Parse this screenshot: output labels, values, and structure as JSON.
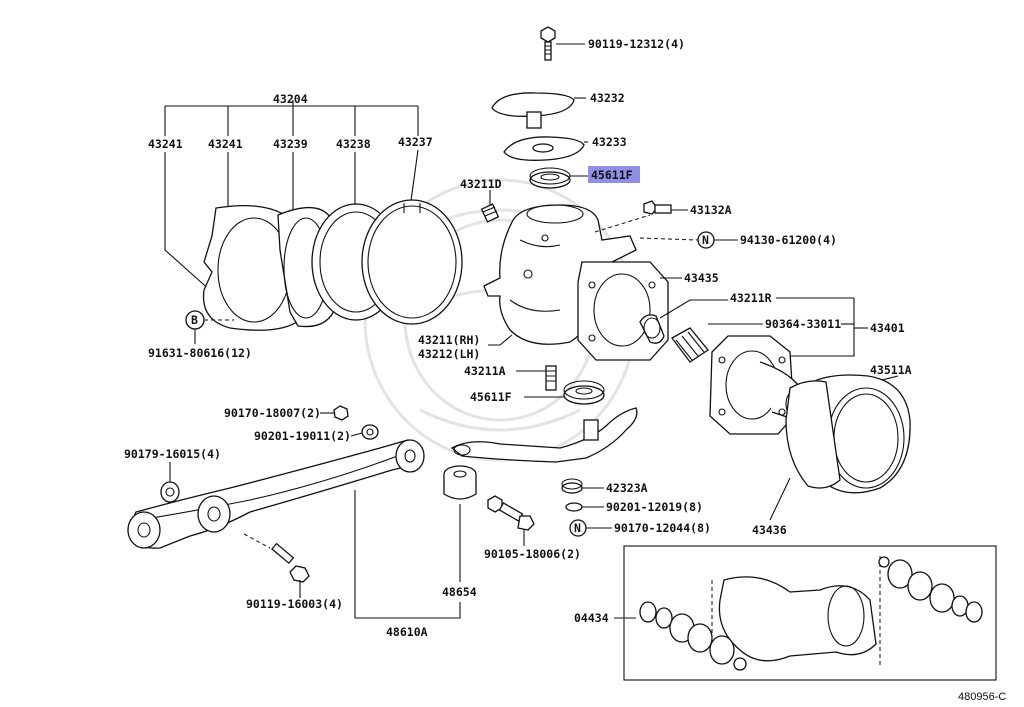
{
  "diagram": {
    "highlight_color": "#8f8fe6",
    "labels": {
      "b_90119_12312": "90119-12312(4)",
      "p_43232": "43232",
      "p_43233": "43233",
      "p_45611F_top": "45611F",
      "p_43211D": "43211D",
      "p_43132A": "43132A",
      "n_94130": "94130-61200(4)",
      "p_43204": "43204",
      "p_43241_a": "43241",
      "p_43241_b": "43241",
      "p_43239": "43239",
      "p_43238": "43238",
      "p_43237": "43237",
      "p_43435": "43435",
      "p_43211R": "43211R",
      "p_90364": "90364-33011",
      "p_43401": "43401",
      "p_43211RH": "43211(RH)",
      "p_43212LH": "43212(LH)",
      "p_43211A": "43211A",
      "p_45611F_low": "45611F",
      "p_43511A": "43511A",
      "b_91631": "91631-80616(12)",
      "b_90170_18007": "90170-18007(2)",
      "b_90201_19011": "90201-19011(2)",
      "b_90179": "90179-16015(4)",
      "p_42323A": "42323A",
      "b_90201_12019": "90201-12019(8)",
      "b_90170_12044": "90170-12044(8)",
      "b_90105": "90105-18006(2)",
      "p_43436": "43436",
      "b_90119_16003": "90119-16003(4)",
      "p_48654": "48654",
      "p_48610A": "48610A",
      "p_04434": "04434",
      "mark_B": "B",
      "mark_N1": "N",
      "mark_N2": "N",
      "figure_id": "480956-C"
    }
  }
}
